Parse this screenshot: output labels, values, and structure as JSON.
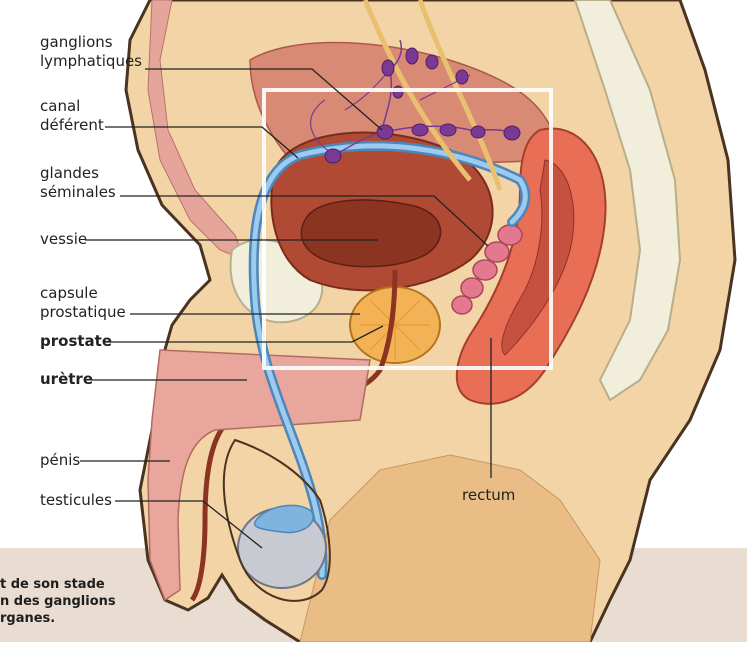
{
  "labels": {
    "ganglions": "ganglions\nlymphatiques",
    "canal": "canal\ndéférent",
    "glandes": "glandes\nséminales",
    "vessie": "vessie",
    "capsule": "capsule\nprostatique",
    "prostate": "prostate",
    "uretre": "urètre",
    "penis": "pénis",
    "testicules": "testicules",
    "rectum": "rectum"
  },
  "caption": {
    "text": "t de son stade\nn des ganglions\nrganes."
  },
  "colors": {
    "skin": "#f3d4a6",
    "skin_outline": "#4a3320",
    "caption_band": "#e8ddd0",
    "vas_deferens": "#7fb4df",
    "bladder": "#b04a34",
    "prostate": "#f3b255",
    "seminal_vesicles": "#e4788f",
    "lymph_nodes": "#7a3a93",
    "rectum": "#e86f55",
    "spine": "#f2eedc",
    "frame": "#ffffff"
  }
}
